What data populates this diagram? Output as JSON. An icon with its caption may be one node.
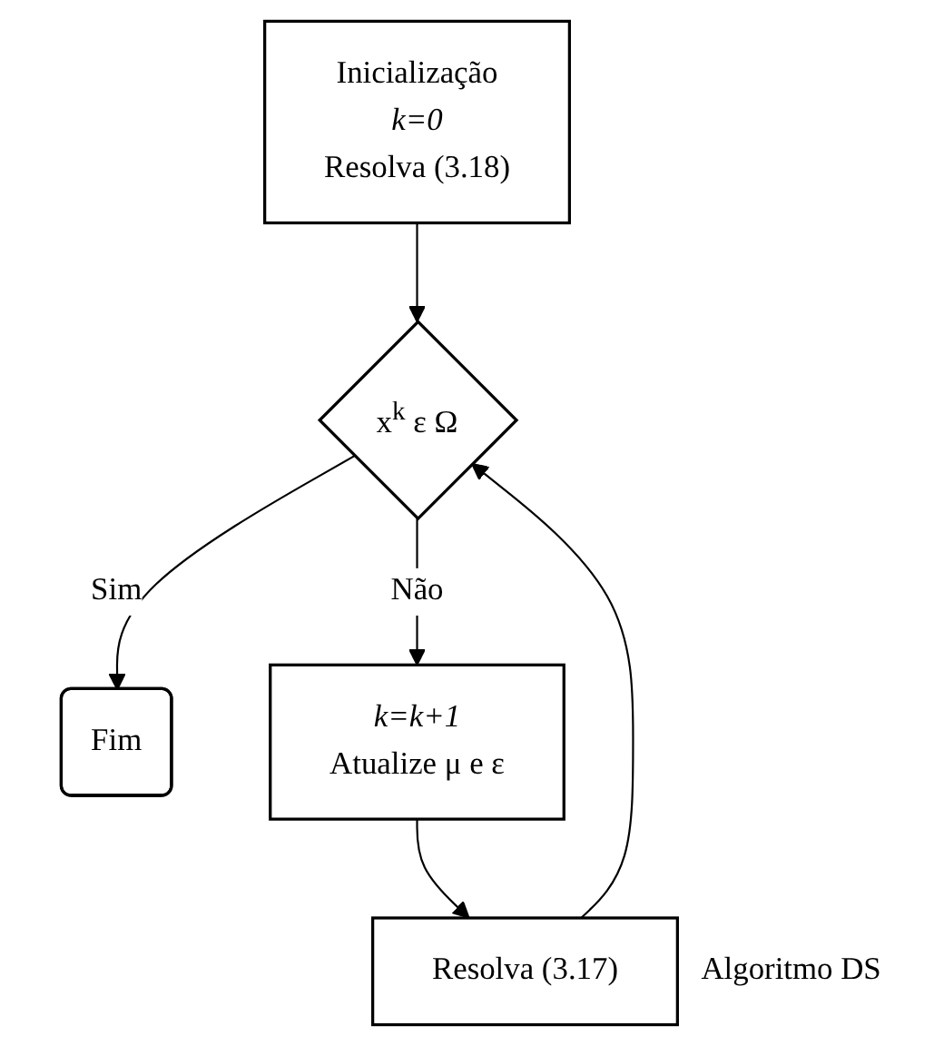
{
  "diagram": {
    "nodes": [
      {
        "text": [
          "Inicialização",
          "*k=0*",
          "Resolva (3.18)"
        ]
      },
      {
        "text": [
          "x$^{k}$ ε Ω"
        ]
      },
      {
        "text": [
          "Fim"
        ]
      },
      {
        "text": [
          "*k=k+1*",
          "Atualize μ e ε"
        ]
      },
      {
        "text": [
          "Resolva (3.17)"
        ],
        "beside": [
          "Algoritmo DS"
        ]
      }
    ],
    "edges": [
      {
        "from": 0,
        "to": 1,
        "arrow": "to"
      },
      {
        "from": 1,
        "to": 2,
        "arrow": "to",
        "label": "Sim"
      },
      {
        "from": 1,
        "to": 3,
        "arrow": "to",
        "label": "Não"
      },
      {
        "from": 3,
        "to": 4,
        "arrow": "to"
      },
      {
        "from": 4,
        "to": 1,
        "arrow": "to"
      }
    ]
  }
}
